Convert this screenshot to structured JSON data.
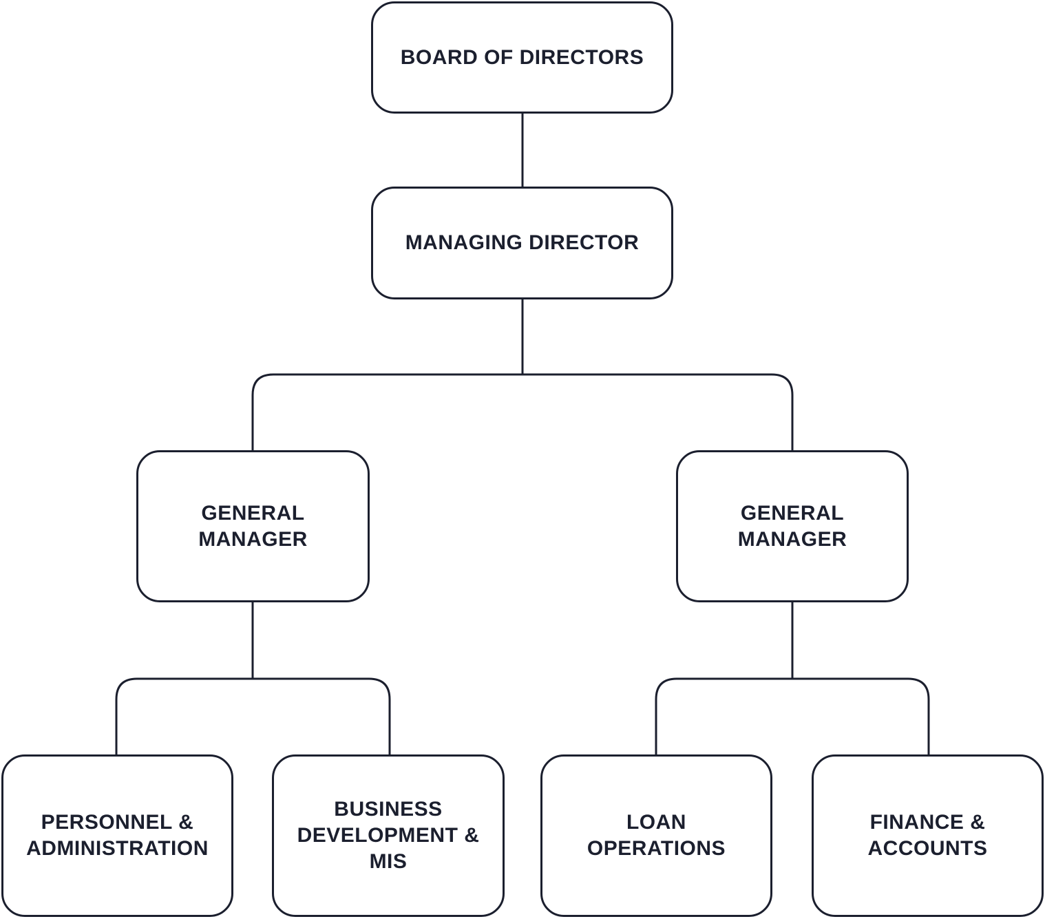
{
  "diagram": {
    "colors": {
      "stroke": "#1b1f2e",
      "text": "#1b1f2e",
      "background": "#ffffff"
    },
    "nodes": {
      "board": {
        "label": "BOARD OF DIRECTORS"
      },
      "managing_director": {
        "label": "MANAGING DIRECTOR"
      },
      "general_manager_left": {
        "label": "GENERAL\nMANAGER"
      },
      "general_manager_right": {
        "label": "GENERAL\nMANAGER"
      },
      "personnel_admin": {
        "label": "PERSONNEL &\nADMINISTRATION"
      },
      "business_dev": {
        "label": "BUSINESS\nDEVELOPMENT &\nMIS"
      },
      "loan_operations": {
        "label": "LOAN\nOPERATIONS"
      },
      "finance_accounts": {
        "label": "FINANCE &\nACCOUNTS"
      }
    },
    "edges": [
      {
        "from": "board",
        "to": "managing_director"
      },
      {
        "from": "managing_director",
        "to": "general_manager_left"
      },
      {
        "from": "managing_director",
        "to": "general_manager_right"
      },
      {
        "from": "general_manager_left",
        "to": "personnel_admin"
      },
      {
        "from": "general_manager_left",
        "to": "business_dev"
      },
      {
        "from": "general_manager_right",
        "to": "loan_operations"
      },
      {
        "from": "general_manager_right",
        "to": "finance_accounts"
      }
    ]
  }
}
